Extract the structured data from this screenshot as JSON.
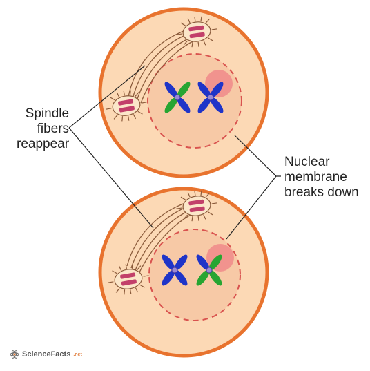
{
  "labels": {
    "spindle": [
      "Spindle",
      "fibers",
      "reappear"
    ],
    "nuclear": [
      "Nuclear",
      "membrane",
      "breaks down"
    ]
  },
  "logo": {
    "text": "ScienceFacts",
    "suffix": ".net"
  },
  "colors": {
    "cell_fill": "#fcd9b5",
    "cell_border": "#e8732e",
    "nucleus_fill": "#f7c9a6",
    "nucleus_border": "#d9534f",
    "nucleolus": "#f08a8a",
    "chromosome_green": "#27a532",
    "chromosome_blue": "#1f34c8",
    "centromere": "#9a8ad6",
    "centrosome_fill": "#fbe6c9",
    "centrosome_stripe": "#c2406a",
    "fiber": "#8a5a3a"
  }
}
